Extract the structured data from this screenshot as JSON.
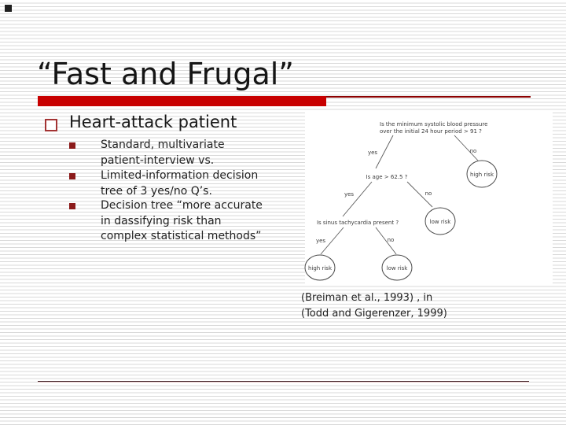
{
  "slide": {
    "title": "“Fast and Frugal”",
    "heading": "Heart-attack patient",
    "bullets": [
      [
        "Standard, multivariate",
        "patient-interview vs."
      ],
      [
        "Limited-information decision",
        "tree of 3 yes/no Q’s."
      ],
      [
        "Decision tree “more accurate",
        "in dassifying risk than",
        "complex statistical methods”"
      ]
    ],
    "citation": [
      "(Breiman et al., 1993) , in",
      "(Todd and Gigerenzer, 1999)"
    ]
  },
  "tree": {
    "root_question_line1": "Is the minimum systolic blood pressure",
    "root_question_line2": "over the initial 24 hour period > 91 ?",
    "age_question": "Is age > 62.5 ?",
    "sinus_question": "Is sinus tachycardia present ?",
    "labels": {
      "yes": "yes",
      "no": "no"
    },
    "leaves": {
      "high_risk": "high risk",
      "low_risk": "low risk"
    }
  },
  "colors": {
    "accent_bar": "#c80000",
    "accent_bar_thin": "#8b0000",
    "heading_bullet_outline": "#a33333",
    "sub_bullet_fill": "#8b1a1a",
    "stripe": "#d9d9d9",
    "bottom_rule_dark": "#3f2127",
    "bottom_rule_light": "#e6c6c6"
  }
}
